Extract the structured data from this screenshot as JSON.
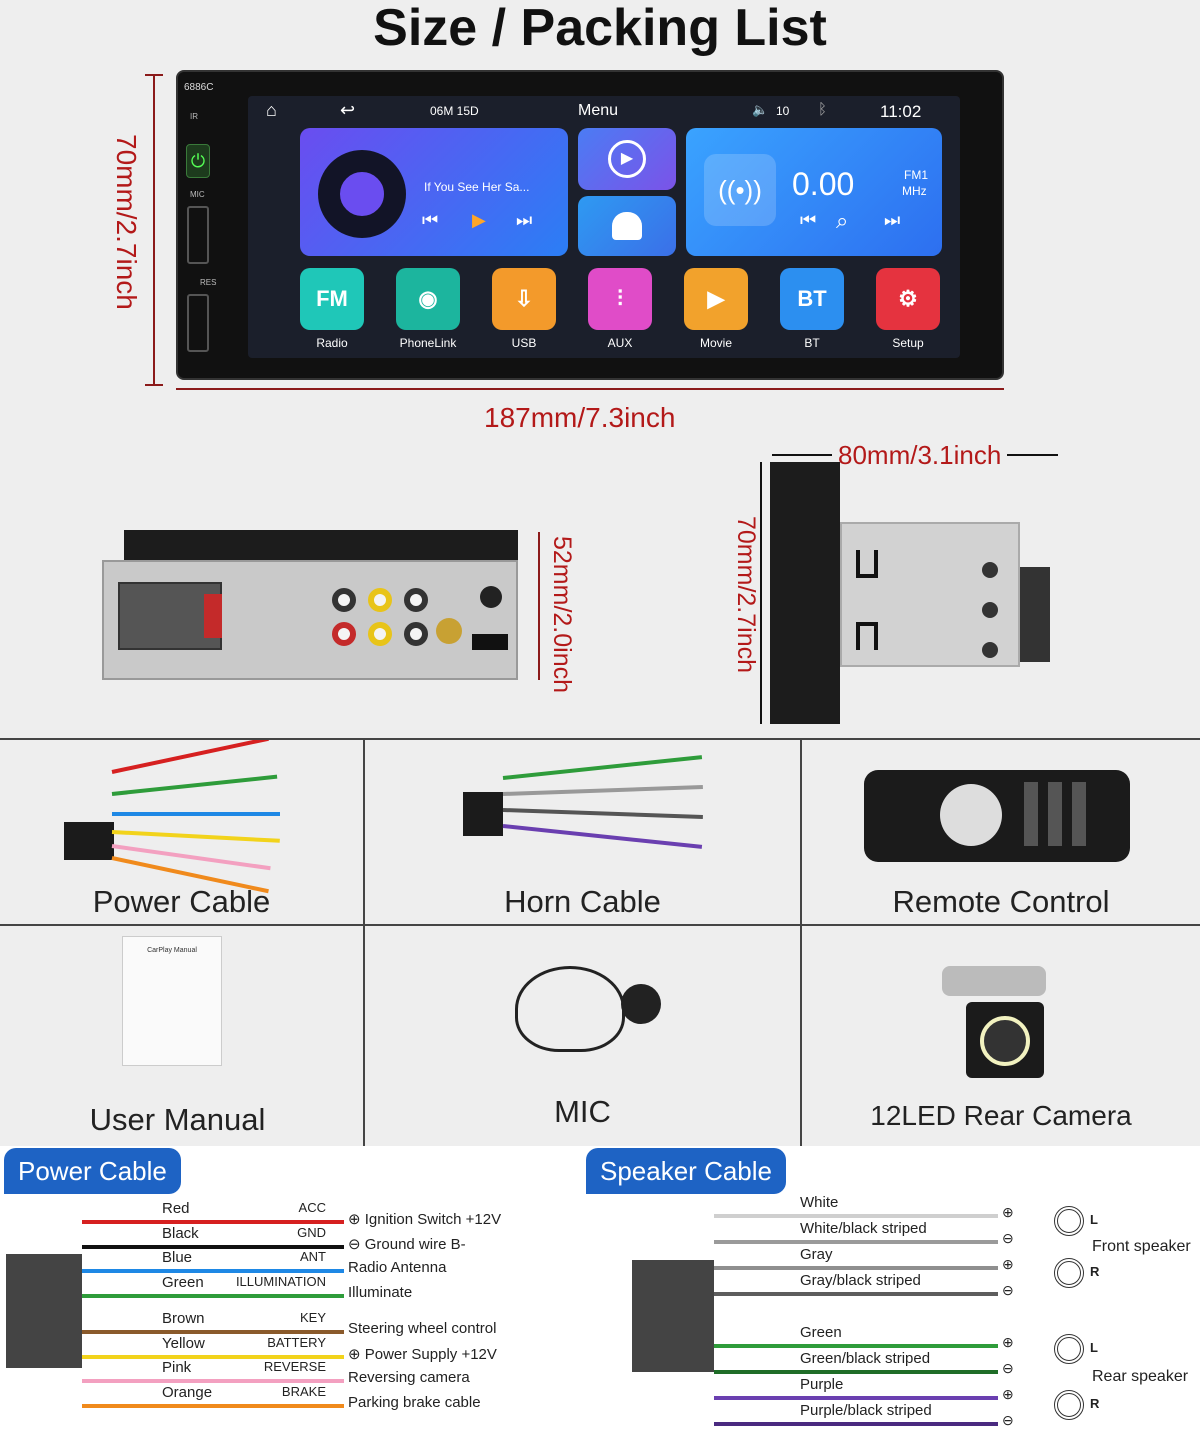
{
  "title": "Size / Packing List",
  "unit": {
    "model": "6886C",
    "side_labels": {
      "ir": "IR",
      "mic": "MIC",
      "res": "RES"
    },
    "status_bar": {
      "date": "06M 15D",
      "menu": "Menu",
      "volume": "10",
      "time": "11:02"
    },
    "music": {
      "song": "If You See Her Sa..."
    },
    "radio": {
      "freq": "0.00",
      "band": "FM1",
      "unit": "MHz"
    },
    "apps": [
      {
        "label": "Radio",
        "glyph": "FM",
        "color": "#1fc7b8"
      },
      {
        "label": "PhoneLink",
        "glyph": "◉",
        "color": "#1cb59e"
      },
      {
        "label": "USB",
        "glyph": "⇩",
        "color": "#f39a2b"
      },
      {
        "label": "AUX",
        "glyph": "⫶",
        "color": "#e04cc8"
      },
      {
        "label": "Movie",
        "glyph": "▶",
        "color": "#f2a22c"
      },
      {
        "label": "BT",
        "glyph": "BT",
        "color": "#2c8ff0"
      },
      {
        "label": "Setup",
        "glyph": "⚙",
        "color": "#e5333f"
      }
    ]
  },
  "dimensions": {
    "height_front": "70mm/2.7inch",
    "width_front": "187mm/7.3inch",
    "height_back": "52mm/2.0inch",
    "depth_side": "80mm/3.1inch",
    "height_side": "70mm/2.7inch"
  },
  "packing": [
    {
      "label": "Power Cable"
    },
    {
      "label": "Horn Cable"
    },
    {
      "label": "Remote Control"
    },
    {
      "label": "User Manual",
      "manual_title": "CarPlay Manual"
    },
    {
      "label": "MIC"
    },
    {
      "label": "12LED Rear Camera"
    }
  ],
  "power_cable": {
    "tag": "Power Cable",
    "wires": [
      {
        "color_name": "Red",
        "func": "ACC",
        "desc": "⊕ Ignition Switch +12V",
        "hex": "#d62020"
      },
      {
        "color_name": "Black",
        "func": "GND",
        "desc": "⊖ Ground wire B-",
        "hex": "#111111"
      },
      {
        "color_name": "Blue",
        "func": "ANT",
        "desc": "Radio Antenna",
        "hex": "#1e88e5"
      },
      {
        "color_name": "Green",
        "func": "ILLUMINATION",
        "desc": "Illuminate",
        "hex": "#2e9c3a"
      },
      {
        "color_name": "Brown",
        "func": "KEY",
        "desc": "Steering wheel control",
        "hex": "#8a5a2b"
      },
      {
        "color_name": "Yellow",
        "func": "BATTERY",
        "desc": "⊕ Power Supply +12V",
        "hex": "#f2d31b"
      },
      {
        "color_name": "Pink",
        "func": "REVERSE",
        "desc": "Reversing camera",
        "hex": "#f3a0c0"
      },
      {
        "color_name": "Orange",
        "func": "BRAKE",
        "desc": "Parking brake cable",
        "hex": "#f08a1c"
      }
    ]
  },
  "speaker_cable": {
    "tag": "Speaker Cable",
    "wires": [
      {
        "color_name": "White",
        "hex": "#cfcfcf"
      },
      {
        "color_name": "White/black striped",
        "hex": "#9a9a9a"
      },
      {
        "color_name": "Gray",
        "hex": "#8f8f8f"
      },
      {
        "color_name": "Gray/black striped",
        "hex": "#5d5d5d"
      },
      {
        "color_name": "Green",
        "hex": "#2e9c3a"
      },
      {
        "color_name": "Green/black striped",
        "hex": "#1f6d28"
      },
      {
        "color_name": "Purple",
        "hex": "#6a3fb0"
      },
      {
        "color_name": "Purple/black striped",
        "hex": "#4a2a80"
      }
    ],
    "front_label": "Front speaker",
    "rear_label": "Rear speaker",
    "left_mark": "L",
    "right_mark": "R"
  }
}
